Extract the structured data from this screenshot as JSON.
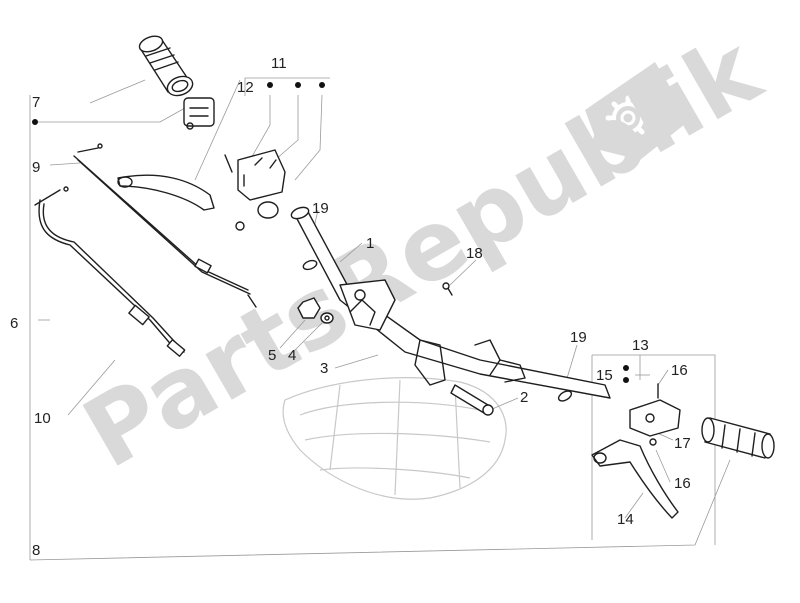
{
  "watermark": "PartsRepublik",
  "callouts": {
    "c1": "1",
    "c2": "2",
    "c3": "3",
    "c4": "4",
    "c5": "5",
    "c6": "6",
    "c7": "7",
    "c8": "8",
    "c9": "9",
    "c10": "10",
    "c11": "11",
    "c12": "12",
    "c13": "13",
    "c14": "14",
    "c15": "15",
    "c16a": "16",
    "c16b": "16",
    "c17": "17",
    "c18": "18",
    "c19a": "19",
    "c19b": "19"
  },
  "colors": {
    "watermark": "#d9d9d9",
    "line": "#1f1f1f",
    "leader": "#9a9a9a"
  }
}
